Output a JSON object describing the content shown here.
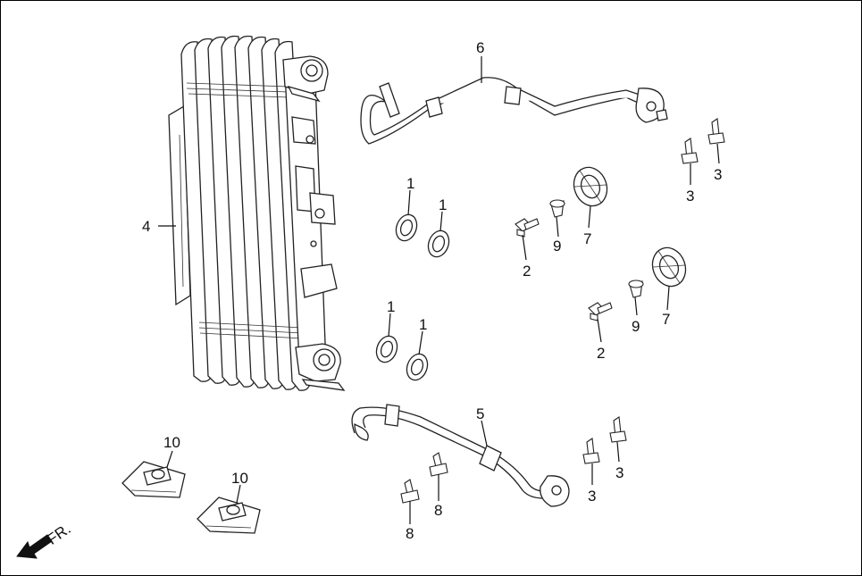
{
  "diagram": {
    "callouts": [
      {
        "id": "c-6",
        "text": "6"
      },
      {
        "id": "c-4",
        "text": "4"
      },
      {
        "id": "c-1a",
        "text": "1"
      },
      {
        "id": "c-1b",
        "text": "1"
      },
      {
        "id": "c-1c",
        "text": "1"
      },
      {
        "id": "c-1d",
        "text": "1"
      },
      {
        "id": "c-2a",
        "text": "2"
      },
      {
        "id": "c-9a",
        "text": "9"
      },
      {
        "id": "c-7a",
        "text": "7"
      },
      {
        "id": "c-3a",
        "text": "3"
      },
      {
        "id": "c-3b",
        "text": "3"
      },
      {
        "id": "c-2b",
        "text": "2"
      },
      {
        "id": "c-9b",
        "text": "9"
      },
      {
        "id": "c-7b",
        "text": "7"
      },
      {
        "id": "c-5",
        "text": "5"
      },
      {
        "id": "c-3c",
        "text": "3"
      },
      {
        "id": "c-3d",
        "text": "3"
      },
      {
        "id": "c-8a",
        "text": "8"
      },
      {
        "id": "c-8b",
        "text": "8"
      },
      {
        "id": "c-10a",
        "text": "10"
      },
      {
        "id": "c-10b",
        "text": "10"
      }
    ],
    "front_indicator": "FR."
  }
}
